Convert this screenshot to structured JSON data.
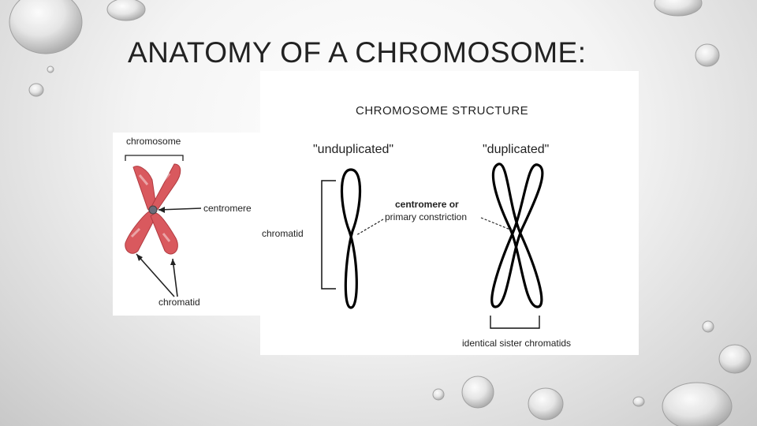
{
  "slide": {
    "title": "ANATOMY OF A CHROMOSOME:"
  },
  "left_figure": {
    "chromosome_label": "chromosome",
    "centromere_label": "centromere",
    "chromatid_label": "chromatid",
    "chromosome_color": "#d9595e"
  },
  "right_figure": {
    "heading": "CHROMOSOME STRUCTURE",
    "unduplicated_label": "\"unduplicated\"",
    "duplicated_label": "\"duplicated\"",
    "centromere_label_line1": "centromere or",
    "centromere_label_line2": "primary constriction",
    "chromatid_label": "chromatid",
    "sister_label": "identical sister chromatids"
  }
}
